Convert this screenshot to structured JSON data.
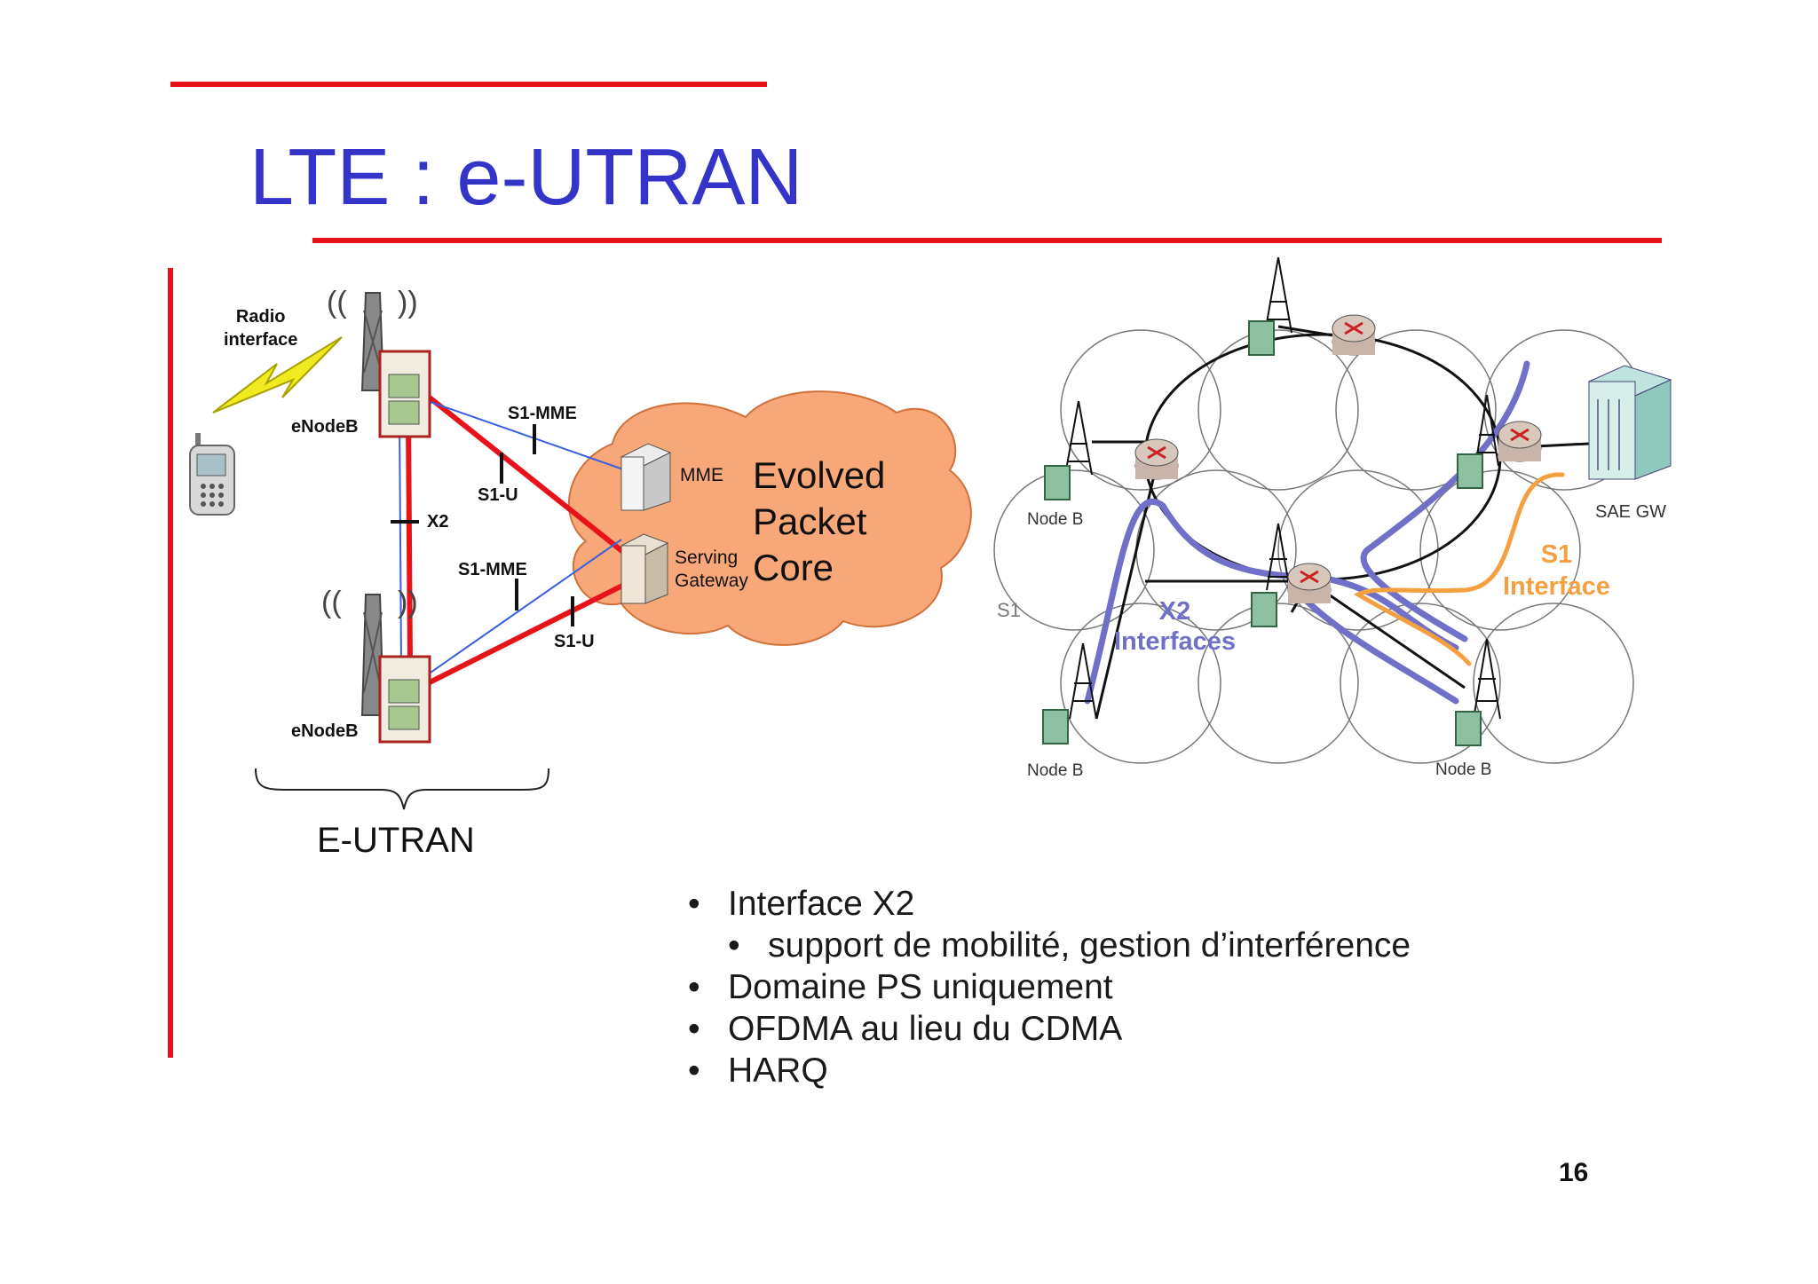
{
  "slide": {
    "title": "LTE : e-UTRAN",
    "page_number": "16",
    "colors": {
      "title": "#3434c8",
      "rule": "#e8121a",
      "interface_red": "#e8121a",
      "interface_blue": "#3a5fe0",
      "cloud": "#f8a878",
      "x2_path": "#7070c8",
      "s1_path": "#f5a040"
    }
  },
  "left_diagram": {
    "radio_interface_label": [
      "Radio",
      "interface"
    ],
    "enodeb_top_label": "eNodeB",
    "enodeb_bottom_label": "eNodeB",
    "x2_label": "X2",
    "s1_mme_top_label": "S1-MME",
    "s1_u_top_label": "S1-U",
    "s1_mme_bottom_label": "S1-MME",
    "s1_u_bottom_label": "S1-U",
    "mme_label": "MME",
    "serving_gateway_label": [
      "Serving",
      "Gateway"
    ],
    "epc_label": [
      "Evolved",
      "Packet",
      "Core"
    ],
    "eutran_label": "E-UTRAN"
  },
  "right_diagram": {
    "node_b_labels": [
      "Node B",
      "Node B",
      "Node B"
    ],
    "sae_gw_label": "SAE GW",
    "s1_left_label": "S1",
    "x2_interfaces_label": [
      "X2",
      "Interfaces"
    ],
    "s1_interface_label": [
      "S1",
      "Interface"
    ]
  },
  "bullets": {
    "items": [
      {
        "level": 1,
        "text": "Interface X2"
      },
      {
        "level": 2,
        "text": "support de mobilité, gestion d’interférence"
      },
      {
        "level": 1,
        "text": "Domaine PS uniquement"
      },
      {
        "level": 1,
        "text": "OFDMA au lieu du CDMA"
      },
      {
        "level": 1,
        "text": "HARQ"
      }
    ]
  }
}
